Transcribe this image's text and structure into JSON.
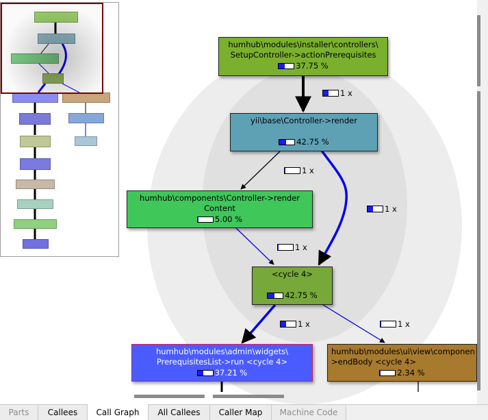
{
  "graph": {
    "nodes": [
      {
        "id": "n1",
        "label": "humhub\\modules\\installer\\controllers\\\nSetupController->actionPrerequisites",
        "pct": "37.75 %",
        "fill": 0.38,
        "color": "#7ab02e"
      },
      {
        "id": "n2",
        "label": "yii\\base\\Controller->render",
        "pct": "42.75 %",
        "fill": 0.43,
        "color": "#5ea1b5"
      },
      {
        "id": "n3",
        "label": "humhub\\components\\Controller->render\nContent",
        "pct": "5.00 %",
        "fill": 0.05,
        "color": "#3fc75a"
      },
      {
        "id": "n4",
        "label": "<cycle 4>",
        "pct": "42.75 %",
        "fill": 0.43,
        "color": "#77a83a"
      },
      {
        "id": "n5",
        "label": "humhub\\modules\\admin\\widgets\\\nPrerequisitesList->run <cycle 4>",
        "pct": "37.21 %",
        "fill": 0.37,
        "color": "#4a5cff"
      },
      {
        "id": "n6",
        "label": "humhub\\modules\\ui\\view\\componen\n>endBody <cycle 4>",
        "pct": "2.34 %",
        "fill": 0.02,
        "color": "#a87a2e"
      }
    ],
    "edge_labels": [
      {
        "id": "e1",
        "text": "1 x",
        "fill": 0.38
      },
      {
        "id": "e2",
        "text": "1 x",
        "fill": 0.05
      },
      {
        "id": "e3",
        "text": "1 x",
        "fill": 0.38
      },
      {
        "id": "e4",
        "text": "1 x",
        "fill": 0.05
      },
      {
        "id": "e5",
        "text": "1 x",
        "fill": 0.37
      },
      {
        "id": "e6",
        "text": "1 x",
        "fill": 0.02
      }
    ]
  },
  "tabs": [
    {
      "label": "Parts",
      "state": "disabled"
    },
    {
      "label": "Callees",
      "state": "normal"
    },
    {
      "label": "Call Graph",
      "state": "active"
    },
    {
      "label": "All Callees",
      "state": "normal"
    },
    {
      "label": "Caller Map",
      "state": "normal"
    },
    {
      "label": "Machine Code",
      "state": "disabled"
    }
  ]
}
